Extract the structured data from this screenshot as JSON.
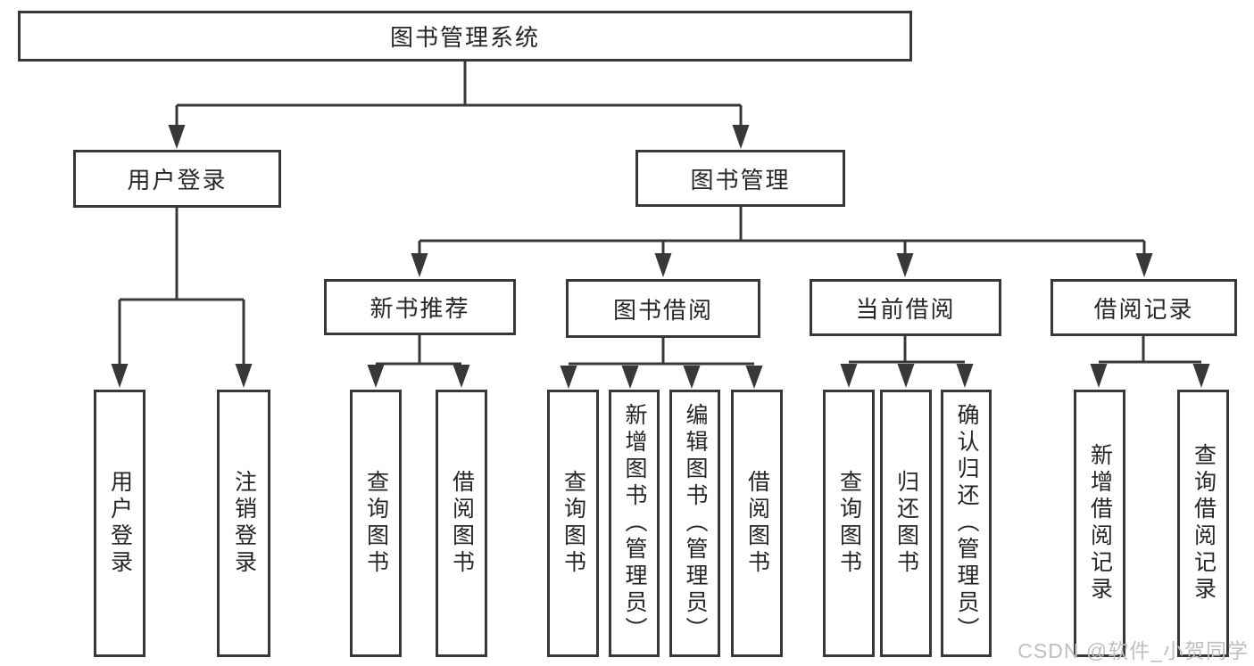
{
  "root": {
    "label": "图书管理系统"
  },
  "level2": {
    "user_login": "用户登录",
    "book_management": "图书管理"
  },
  "level3": [
    "新书推荐",
    "图书借阅",
    "当前借阅",
    "借阅记录"
  ],
  "leaves": {
    "under_user_login": [
      "用户登录",
      "注销登录"
    ],
    "under_new_book_recommend": [
      "查询图书",
      "借阅图书"
    ],
    "under_book_borrow": [
      "查询图书",
      "新增图书（管理员）",
      "编辑图书（管理员）",
      "借阅图书"
    ],
    "under_current_borrow": [
      "查询图书",
      "归还图书",
      "确认归还（管理员）"
    ],
    "under_borrow_records": [
      "新增借阅记录",
      "查询借阅记录"
    ]
  },
  "watermark": {
    "text": "CSDN @软件_小贺同学"
  },
  "colors": {
    "line": "#383838",
    "text": "#262626",
    "watermark": "#bfbfbf",
    "background": "#ffffff"
  }
}
